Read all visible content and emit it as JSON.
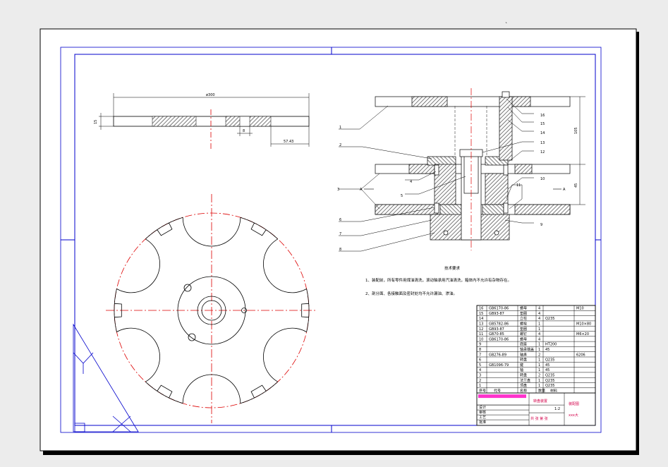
{
  "colors": {
    "sheet_shadow": "#000000",
    "border": "#0000cc",
    "centerline": "#dd0000",
    "hatch": "#555555",
    "title_accent": "#d4004a",
    "title_field": "#ff33cc"
  },
  "top_mark": "`",
  "disc_view": {
    "diameter_label": "ø300",
    "thickness_label": "15",
    "slot_width_label": "8",
    "offset_label": "57.43"
  },
  "assembly": {
    "callouts_left": [
      "1",
      "2",
      "3",
      "4",
      "5",
      "6",
      "7",
      "8"
    ],
    "callouts_right": [
      "16",
      "15",
      "14",
      "13",
      "12",
      "10",
      "11",
      "9"
    ],
    "dims": [
      "105",
      "45"
    ],
    "section_marks": [
      "A",
      "A"
    ]
  },
  "tech_notes": {
    "title": "技术要求",
    "lines": [
      "1、装配前，所有零件用煤油清洗，滚动轴承用汽油清洗，箱体内不允许有杂物存在。",
      "2、剖分面、各接触面及密封处均不允许漏油、渗油。"
    ]
  },
  "title_block": {
    "header": {
      "seq": "序号",
      "code": "代号",
      "name": "名称",
      "material": "材料",
      "qty": "数量"
    },
    "rows": [
      {
        "seq": "16",
        "code": "GB6170-86",
        "name": "螺母",
        "qty": "4",
        "material": "",
        "note": "M10"
      },
      {
        "seq": "15",
        "code": "GB93-87",
        "name": "垫圈",
        "qty": "4",
        "material": "",
        "note": ""
      },
      {
        "seq": "14",
        "code": "",
        "name": "立柱",
        "qty": "4",
        "material": "Q235",
        "note": ""
      },
      {
        "seq": "13",
        "code": "GB5782-86",
        "name": "螺栓",
        "qty": "1",
        "material": "",
        "note": "M10×80"
      },
      {
        "seq": "12",
        "code": "GB93-87",
        "name": "垫圈",
        "qty": "1",
        "material": "",
        "note": ""
      },
      {
        "seq": "11",
        "code": "GB70-85",
        "name": "螺钉",
        "qty": "4",
        "material": "",
        "note": "M6×20"
      },
      {
        "seq": "10",
        "code": "GB6170-86",
        "name": "螺母",
        "qty": "4",
        "material": "",
        "note": ""
      },
      {
        "seq": "9",
        "code": "",
        "name": "底座",
        "qty": "1",
        "material": "HT200",
        "note": ""
      },
      {
        "seq": "8",
        "code": "",
        "name": "轴承端盖",
        "qty": "1",
        "material": "45",
        "note": ""
      },
      {
        "seq": "7",
        "code": "GB276-89",
        "name": "轴承",
        "qty": "2",
        "material": "",
        "note": "6206"
      },
      {
        "seq": "6",
        "code": "",
        "name": "转盘",
        "qty": "1",
        "material": "Q235",
        "note": ""
      },
      {
        "seq": "5",
        "code": "GB1096-79",
        "name": "键",
        "qty": "1",
        "material": "45",
        "note": ""
      },
      {
        "seq": "4",
        "code": "",
        "name": "轴",
        "qty": "1",
        "material": "45",
        "note": ""
      },
      {
        "seq": "3",
        "code": "",
        "name": "转盘",
        "qty": "2",
        "material": "Q235",
        "note": ""
      },
      {
        "seq": "2",
        "code": "",
        "name": "法兰盘",
        "qty": "1",
        "material": "Q235",
        "note": ""
      },
      {
        "seq": "1",
        "code": "",
        "name": "顶盘",
        "qty": "1",
        "material": "Q235",
        "note": ""
      }
    ],
    "drawing_name": "转盘装置",
    "assembly_label": "装配图",
    "school": "xxx大",
    "scale_row": "共 张 第 张",
    "sign_rows": [
      "设计",
      "审核",
      "工艺",
      "批准"
    ],
    "ratio": "1:2"
  }
}
